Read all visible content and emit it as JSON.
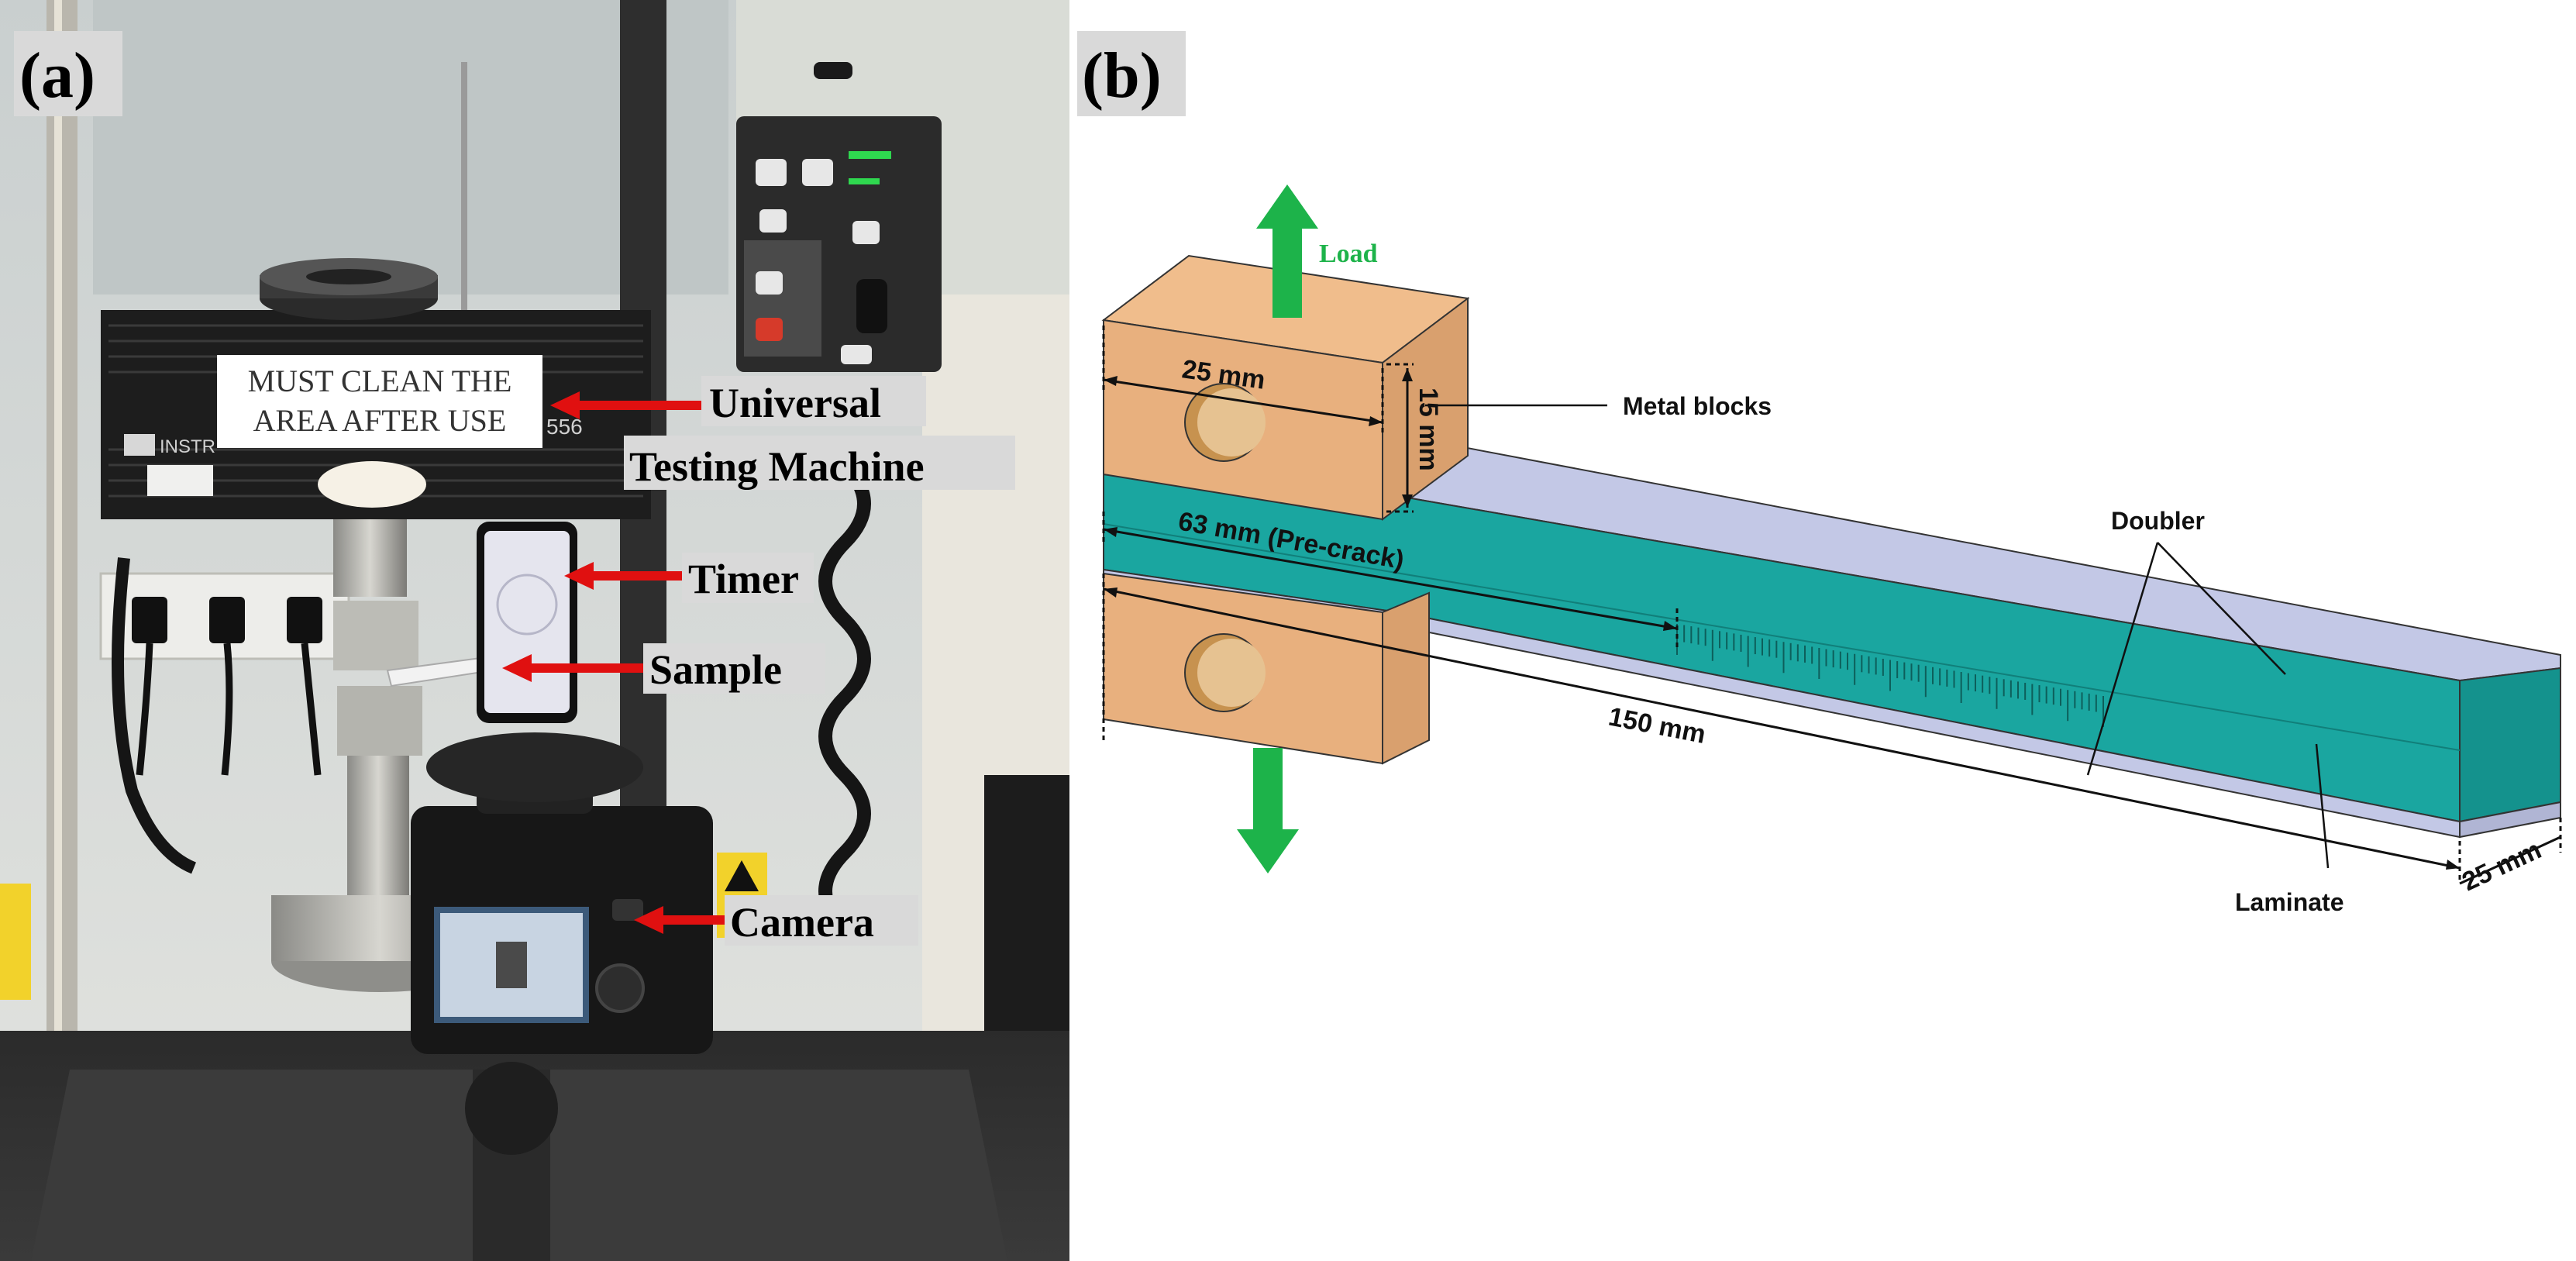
{
  "panel_a": {
    "label": "(a)",
    "sign_line1": "MUST CLEAN THE",
    "sign_line2": "AREA AFTER USE",
    "machine_brand": "INSTR",
    "machine_model": "556",
    "callouts": {
      "utm_line1": "Universal",
      "utm_line2": "Testing Machine",
      "timer": "Timer",
      "sample": "Sample",
      "camera": "Camera"
    },
    "colors": {
      "arrow": "#e01010",
      "label_bg": "#d9d9d9"
    }
  },
  "panel_b": {
    "label": "(b)",
    "load": "Load",
    "metal_blocks": "Metal blocks",
    "doubler": "Doubler",
    "laminate": "Laminate",
    "dim_block_width": "25 mm",
    "dim_block_height": "15 mm",
    "dim_precrack": "63 mm (Pre-crack)",
    "dim_length": "150 mm",
    "dim_width": "25 mm",
    "colors": {
      "load_arrow": "#1db34a",
      "load_text": "#1db34a",
      "block": "#e8b07e",
      "doubler": "#c3c8e6",
      "laminate": "#1aa6a0"
    }
  }
}
